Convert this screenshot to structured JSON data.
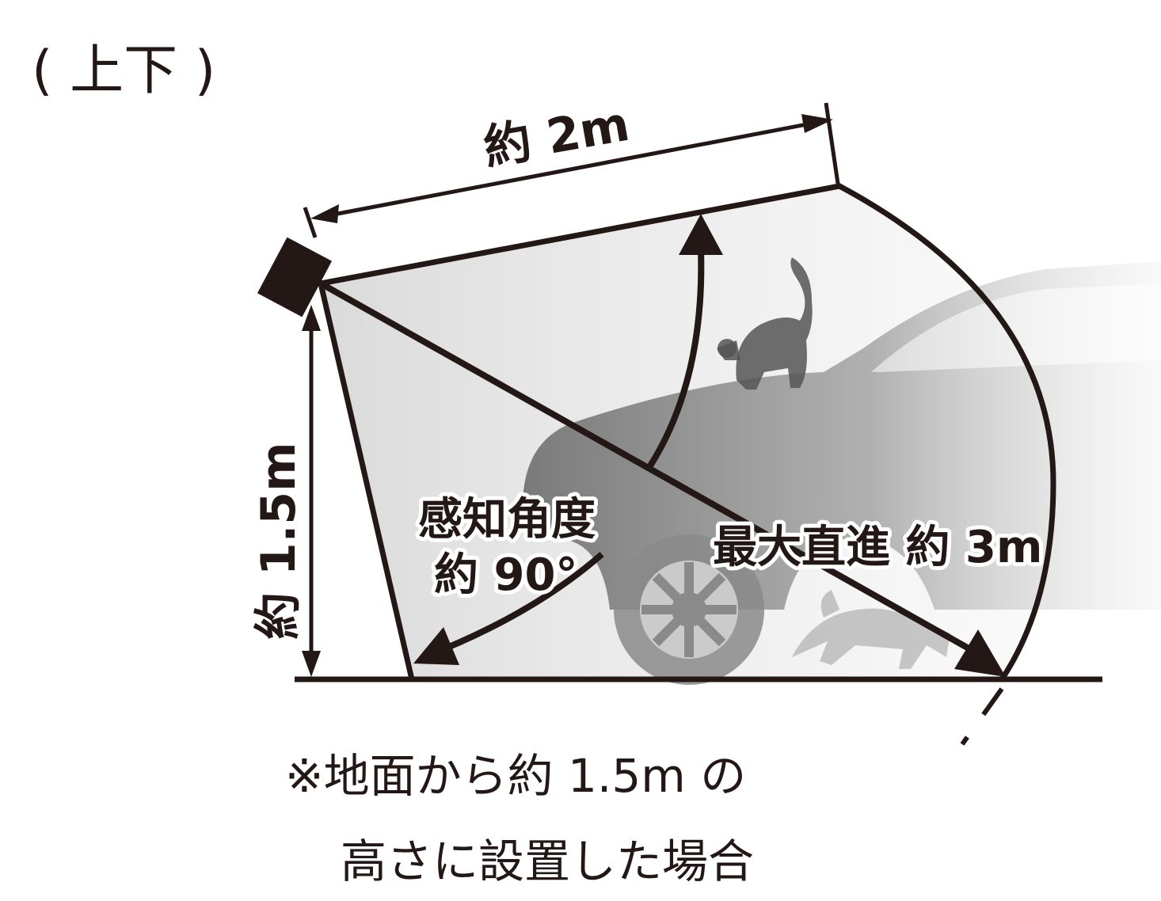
{
  "mode_label": "( 上下 )",
  "dimensions": {
    "width_label": "約 2m",
    "height_label": "約 1.5m",
    "detection_angle_line1": "感知角度",
    "detection_angle_line2": "約 90°",
    "max_distance_label": "最大直進 約 3m"
  },
  "footnote": {
    "line1": "※地面から約 1.5m の",
    "line2": "高さに設置した場合"
  },
  "colors": {
    "line": "#231815",
    "detection_area": "#dcdcdc",
    "car_silhouette": "#9a9a9a",
    "background": "#ffffff"
  },
  "icons": [
    "sensor-light-icon",
    "cat-icon",
    "car-icon"
  ]
}
